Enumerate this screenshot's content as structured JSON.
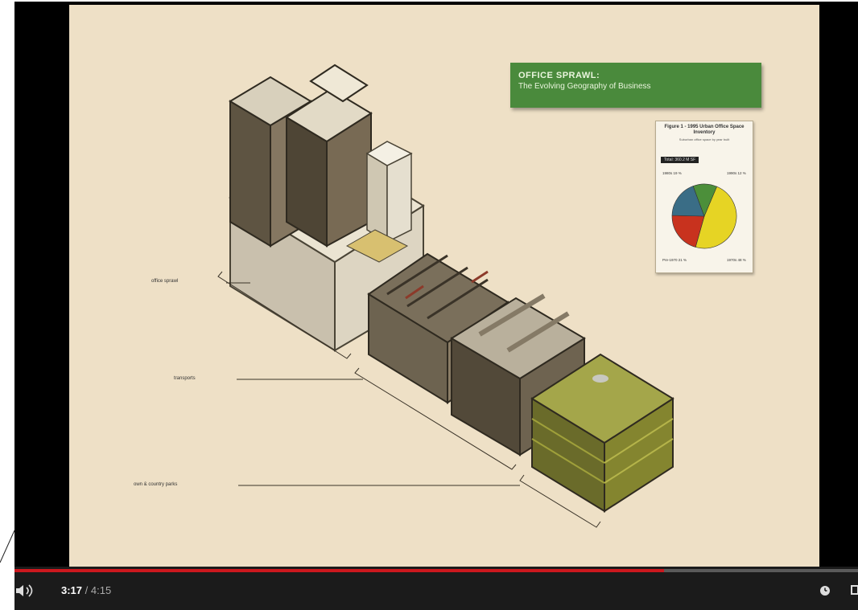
{
  "slide": {
    "title_line1": "OFFICE SPRAWL:",
    "title_line2": "The Evolving Geography of Business",
    "figure": {
      "title": "Figure 1 - 1995 Urban Office Space Inventory",
      "subtitle": "Suburban office space by year built",
      "badge": "Total: 360.2 M SF",
      "labels": [
        "1980s 19 %",
        "1990s 12 %",
        "Pre-1970 21 %",
        "1970s 48 %"
      ],
      "slices": [
        {
          "name": "1970s",
          "value": 48,
          "color": "#e6d424"
        },
        {
          "name": "Pre-1970",
          "value": 21,
          "color": "#c8321e"
        },
        {
          "name": "1980s",
          "value": 19,
          "color": "#3a6d86"
        },
        {
          "name": "1990s",
          "value": 12,
          "color": "#4c8f3a"
        }
      ]
    },
    "labels": {
      "office": "office sprawl",
      "transports": "transports",
      "parks": "own & country parks"
    }
  },
  "player": {
    "current_time": "3:17",
    "separator": " / ",
    "duration": "4:15",
    "progress": 0.77,
    "volume_icon": "volume-icon",
    "clock_icon": "clock-icon",
    "fullscreen_icon": "fullscreen-icon",
    "progress_color": "#cc181e"
  }
}
